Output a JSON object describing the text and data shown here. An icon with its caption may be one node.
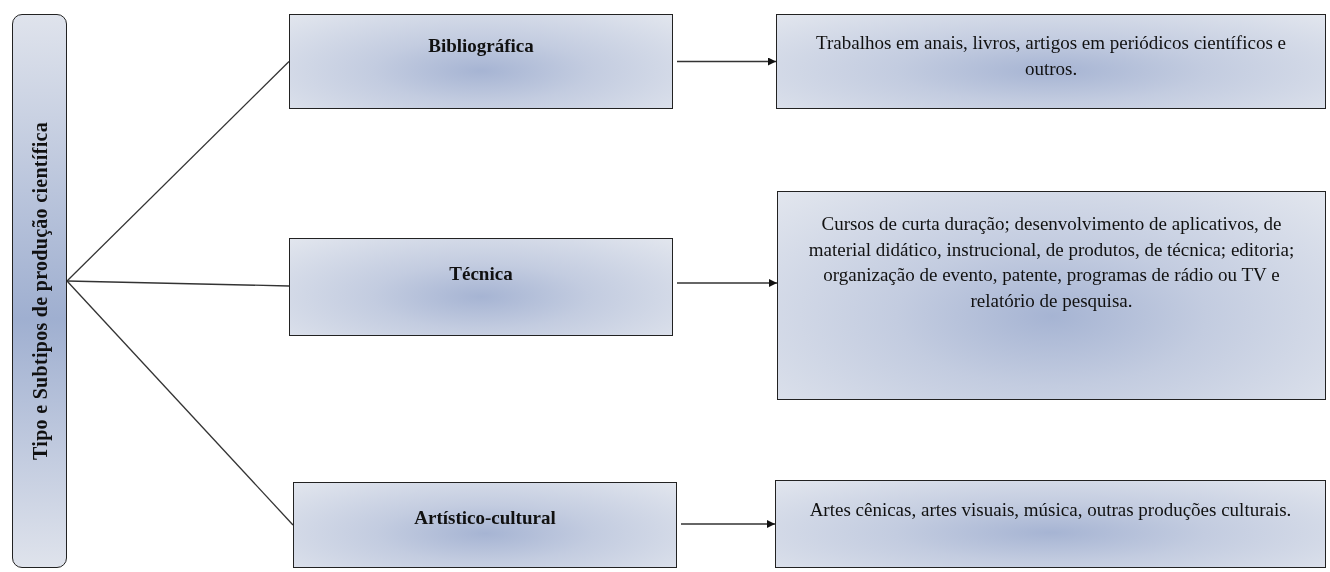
{
  "diagram": {
    "nodes": [
      {
        "text": [
          "Tipo e Subtipos de produção científica"
        ]
      },
      {
        "text": [
          "Bibliográfica"
        ]
      },
      {
        "text": [
          "Técnica"
        ]
      },
      {
        "text": [
          "Artístico-cultural"
        ]
      },
      {
        "text": [
          "Trabalhos em anais, livros, artigos em periódicos científicos e outros."
        ]
      },
      {
        "text": [
          "Cursos de curta duração; desenvolvimento de aplicativos, de material didático, instrucional, de produtos, de técnica; editoria; organização de evento, patente, programas de rádio ou TV e relatório de pesquisa."
        ]
      },
      {
        "text": [
          "Artes cênicas, artes visuais, música, outras produções culturais."
        ]
      }
    ],
    "edges": [
      {
        "from": 0,
        "to": 1,
        "arrow": "none"
      },
      {
        "from": 0,
        "to": 2,
        "arrow": "none"
      },
      {
        "from": 0,
        "to": 3,
        "arrow": "none"
      },
      {
        "from": 1,
        "to": 4,
        "arrow": "to"
      },
      {
        "from": 2,
        "to": 5,
        "arrow": "to"
      },
      {
        "from": 3,
        "to": 6,
        "arrow": "to"
      }
    ]
  }
}
